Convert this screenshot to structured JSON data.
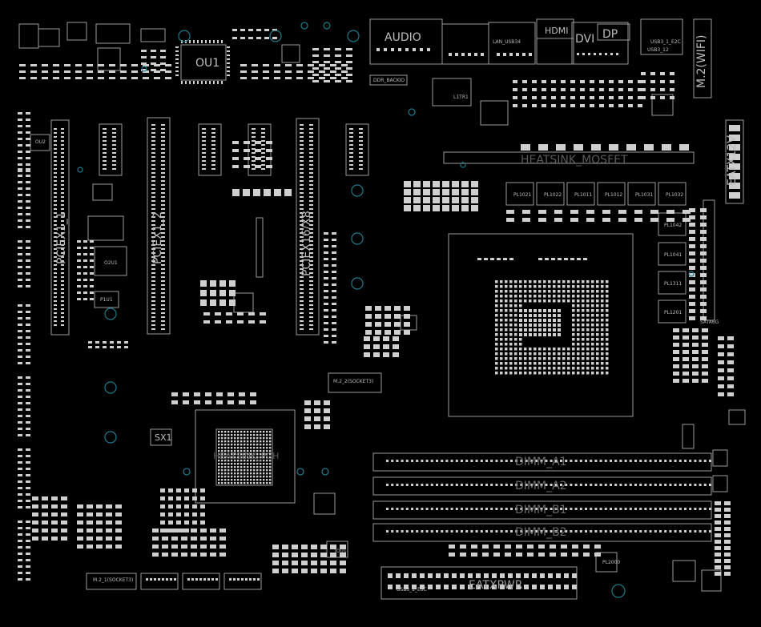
{
  "board": {
    "io_labels": {
      "audio": "AUDIO",
      "hdmi": "HDMI",
      "dvi": "DVI",
      "dp": "DP",
      "usb": "USB3_1_E2C",
      "lan": "LAN_USB34"
    },
    "chips": {
      "ou1": "OU1",
      "o2u1": "O2U1",
      "p1u1": "P1U1",
      "l1tr1": "L1TR1",
      "sx1": "SX1",
      "heatsink_pch": "HEATSINK_PCH",
      "heatsink_mosfet": "HEATSINK_MOSFET",
      "ou2": "OU2"
    },
    "slots": {
      "pcie_x1_1": "PCIEX1_1",
      "pcie_x1_2": "PCIEX1_2",
      "pcie_x16": "PCIEX16/X8",
      "m2_wifi": "M.2(WIFI)",
      "m2_socket3_top": "M.2_2(SOCKET3)",
      "m2_socket3_bottom": "M.2_1(SOCKET3)",
      "eatx12v": "EATX12V",
      "eatxpwr": "EATXPWR"
    },
    "dimms": [
      "DIMM_A1",
      "DIMM_A2",
      "DIMM_B1",
      "DIMM_B2"
    ],
    "inductors": [
      "PL1021",
      "PL1022",
      "PL1011",
      "PL1012",
      "PL1031",
      "PL1032"
    ],
    "inductors_right": [
      "PL1042",
      "PL1041",
      "PL1311",
      "PL1201"
    ],
    "small": {
      "ddr_back": "DDR_BACKIO",
      "sata": "SATA6G",
      "pl2000": "PL2000",
      "usb_e3c": "USB3_1_E3C",
      "usb3_12": "USB3_12",
      "io_u1": "IOU1"
    }
  },
  "colors": {
    "background": "#000000",
    "silkscreen": "#bdbdbd",
    "outline": "#9a9a9a",
    "via": "#1f7a8c"
  }
}
